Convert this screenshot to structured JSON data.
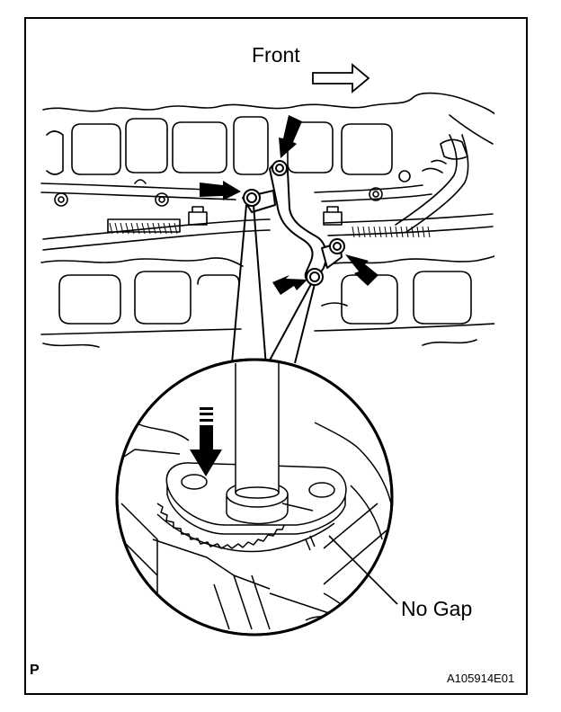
{
  "labels": {
    "front": "Front",
    "no_gap": "No Gap",
    "view_code": "P",
    "figure_code": "A105914E01"
  },
  "icons": {
    "direction": "outline-arrow-right-icon",
    "fastener_pointer": "solid-arrow-icon"
  },
  "colors": {
    "ink": "#000000",
    "paper": "#ffffff"
  }
}
